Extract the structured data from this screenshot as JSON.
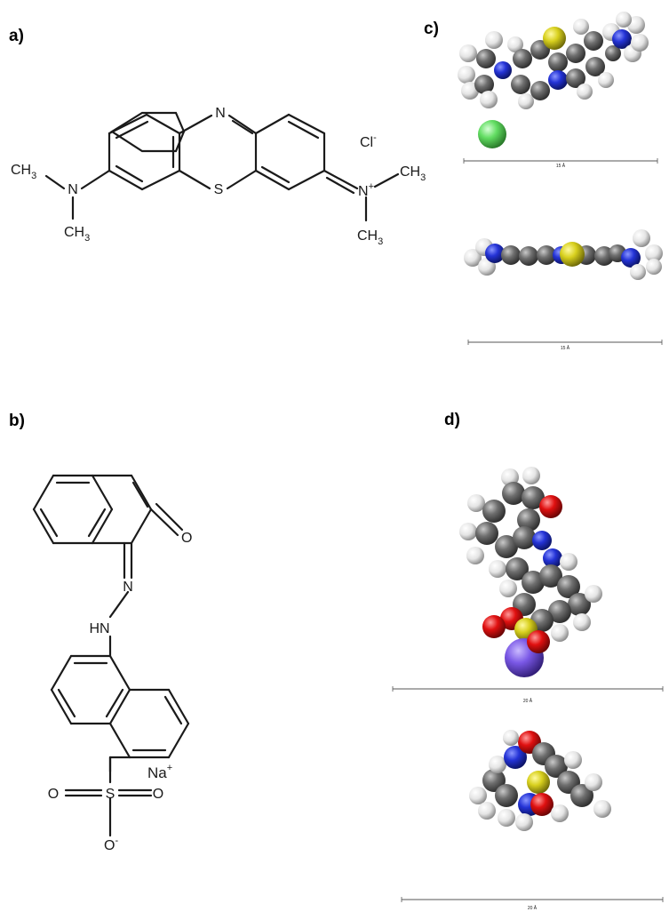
{
  "panels": {
    "a": {
      "label": "a)",
      "atoms": {
        "n_ring": "N",
        "s_ring": "S",
        "n_left": "N",
        "me_left_upper": "CH3",
        "me_left_lower": "CH3",
        "n_right": "N+",
        "me_right_upper": "CH3",
        "me_right_lower": "CH3",
        "counterion": "Cl-"
      }
    },
    "b": {
      "label": "b)",
      "atoms": {
        "carbonyl_o": "O",
        "azo_n": "N",
        "hn": "HN",
        "counterion": "Na+",
        "sulfur": "S",
        "o_left": "O",
        "o_right": "O",
        "o_minus": "O-"
      }
    },
    "c": {
      "label": "c)",
      "scale_top": "15 Å",
      "scale_bottom": "15 Å"
    },
    "d": {
      "label": "d)",
      "scale_top": "20 Å",
      "scale_bottom": "20 Å"
    }
  },
  "colors": {
    "carbon": "#6e6e6e",
    "hydrogen": "#f2f2f2",
    "nitrogen": "#2433d6",
    "sulfur": "#d8d01e",
    "oxygen": "#e01010",
    "chlorine": "#62dd62",
    "sodium": "#7a58e6"
  }
}
